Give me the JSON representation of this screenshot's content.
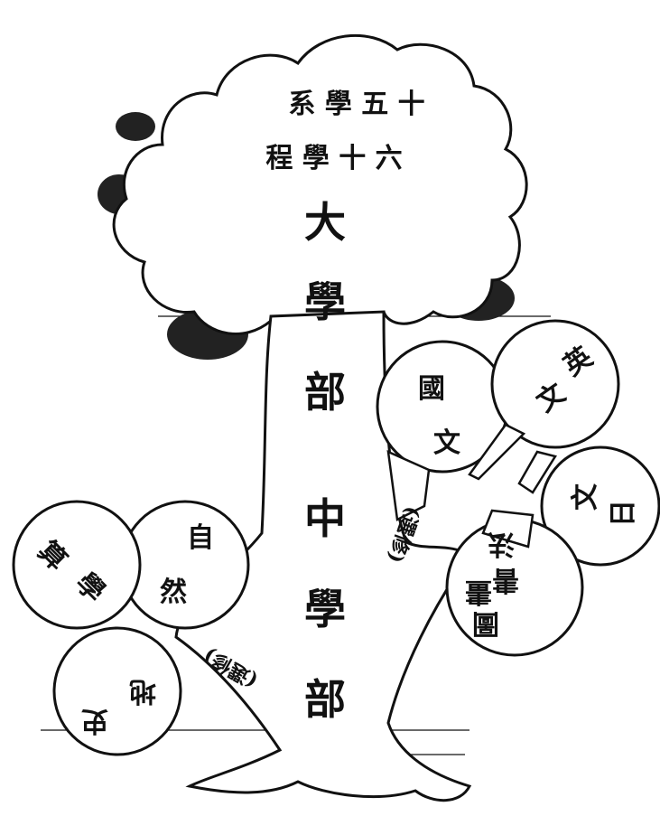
{
  "colors": {
    "ink": "#111111",
    "paper": "#ffffff"
  },
  "crown": {
    "line1": "系 學 五 十",
    "line2": "程 學 十 六"
  },
  "trunk": {
    "upper": [
      "大",
      "學",
      "部"
    ],
    "lower": [
      "中",
      "學",
      "部"
    ]
  },
  "right_branch": {
    "guowen": [
      "國",
      "文"
    ],
    "yingwen": [
      "英",
      "文"
    ],
    "riwen": [
      "日",
      "文"
    ],
    "tushuhua": [
      "圖",
      "畫",
      "書",
      "法"
    ],
    "note": "(選修)"
  },
  "left_branch": {
    "ziran": [
      "自",
      "然"
    ],
    "suanxue": [
      "算",
      "學"
    ],
    "lishi": [
      "史",
      "地"
    ],
    "note": "(選修)"
  }
}
